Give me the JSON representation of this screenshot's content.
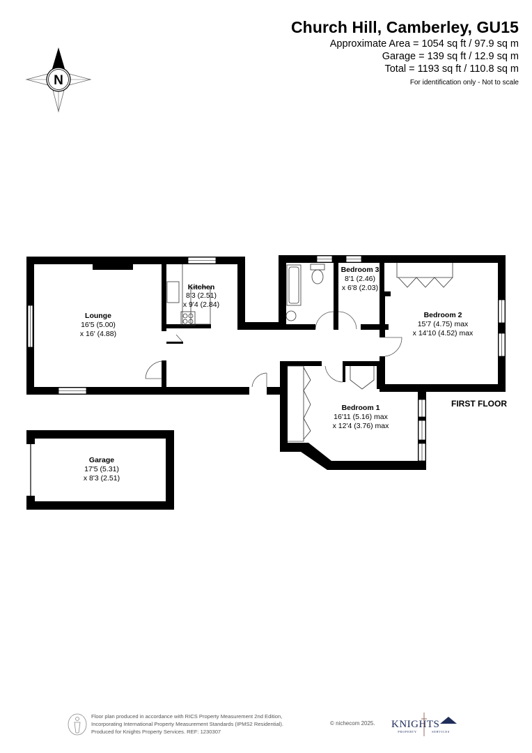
{
  "header": {
    "title": "Church Hill, Camberley, GU15",
    "area_lines": [
      "Approximate Area = 1054 sq ft / 97.9 sq m",
      "Garage = 139 sq ft / 12.9 sq m",
      "Total = 1193 sq ft / 110.8 sq m"
    ],
    "disclaimer": "For identification only - Not to scale"
  },
  "compass": {
    "icon": "north-compass-icon",
    "letter": "N"
  },
  "floor_label": "FIRST FLOOR",
  "rooms": {
    "lounge": {
      "name": "Lounge",
      "dim1": "16'5 (5.00)",
      "dim2": "x 16' (4.88)"
    },
    "kitchen": {
      "name": "Kitchen",
      "dim1": "8'3 (2.51)",
      "dim2": "x 9'4 (2.84)"
    },
    "bedroom3": {
      "name": "Bedroom 3",
      "dim1": "8'1 (2.46)",
      "dim2": "x 6'8 (2.03)"
    },
    "bedroom2": {
      "name": "Bedroom 2",
      "dim1": "15'7 (4.75) max",
      "dim2": "x 14'10 (4.52) max"
    },
    "bedroom1": {
      "name": "Bedroom 1",
      "dim1": "16'11 (5.16) max",
      "dim2": "x 12'4 (3.76) max"
    },
    "garage": {
      "name": "Garage",
      "dim1": "17'5 (5.31)",
      "dim2": "x 8'3 (2.51)"
    }
  },
  "footer": {
    "lines": [
      "Floor plan produced in accordance with RICS Property Measurement 2nd Edition,",
      "Incorporating International Property Measurement Standards (IPMS2 Residential).",
      "Produced for Knights Property Services.   REF: 1230307"
    ],
    "copyright": "© nichecom 2025.",
    "logo": {
      "main": "KNIGHTS",
      "left_sub": "PROPERTY",
      "right_sub": "SERVICES",
      "accent_color": "#1f2d5a"
    }
  },
  "colors": {
    "wall": "#000000",
    "background": "#ffffff",
    "fixture_line": "#555555"
  }
}
